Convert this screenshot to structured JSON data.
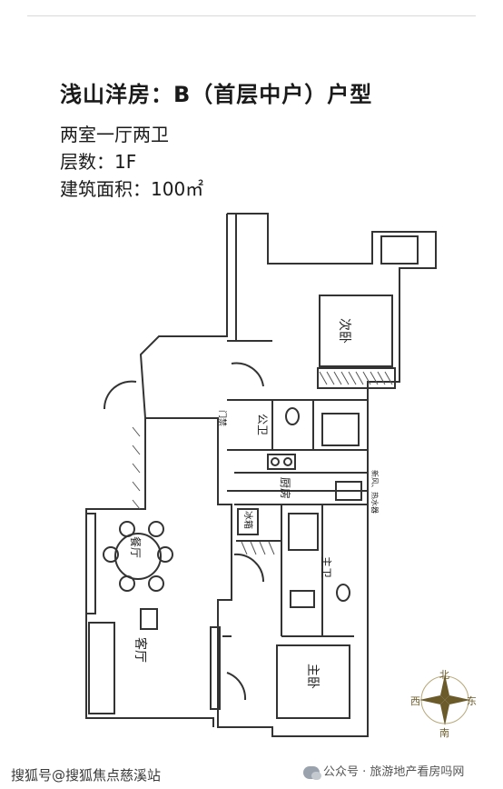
{
  "title": "浅山洋房：B（首层中户）户型",
  "layout_type": "两室一厅两卫",
  "floors": "层数：1F",
  "area": "建筑面积：100㎡",
  "rooms": {
    "second_bedroom": "次卧",
    "master_bedroom": "主卧",
    "living_room": "客厅",
    "dining_room": "餐厅",
    "public_bath": "公卫",
    "master_bath": "主卫",
    "kitchen": "厨房",
    "fridge": "冰箱",
    "door_mark": "门禁",
    "annotation": "新风、热水器"
  },
  "compass": {
    "north": "北",
    "south": "南",
    "east": "东",
    "west": "西"
  },
  "footer": {
    "watermark": "搜狐号@搜狐焦点慈溪站",
    "source": "公众号 · 旅游地产看房吗网"
  }
}
